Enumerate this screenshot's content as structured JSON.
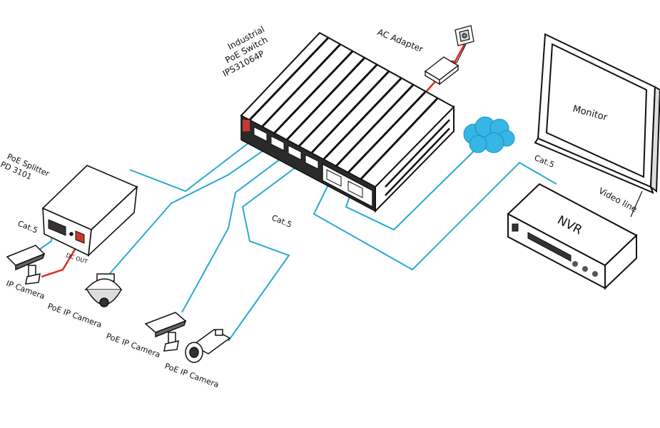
{
  "labels": {
    "switch_line1": "Industrial",
    "switch_line2": "PoE Switch",
    "switch_model": "IPS31064P",
    "ac_adapter": "AC Adapter",
    "monitor": "Monitor",
    "nvr": "NVR",
    "video_line": "Video line",
    "cat5_nvr": "Cat.5",
    "cat5_mid": "Cat.5",
    "cat5_splitter": "Cat.5",
    "splitter_line1": "PoE Splitter",
    "splitter_model": "PD 3101",
    "dc_out": "DC OUT",
    "ip_camera": "IP Camera",
    "poe_camera_1": "PoE IP Camera",
    "poe_camera_2": "PoE IP Camera",
    "poe_camera_3": "PoE IP Camera"
  },
  "colors": {
    "cable": "#29a9d6",
    "power": "#e5261e",
    "cloud": "#35b6e6",
    "line": "#1a1a1a",
    "switch_top": "#ffffff",
    "switch_side": "#2a2a2a"
  },
  "icons": {
    "switch": "poe-switch-icon",
    "adapter": "ac-adapter-icon",
    "outlet": "wall-outlet-icon",
    "cloud": "cloud-network-icon",
    "monitor": "monitor-icon",
    "nvr": "nvr-icon",
    "splitter": "poe-splitter-icon",
    "cameras": [
      "bullet-camera-icon",
      "dome-camera-icon",
      "bullet-camera-icon",
      "barrel-camera-icon"
    ]
  }
}
